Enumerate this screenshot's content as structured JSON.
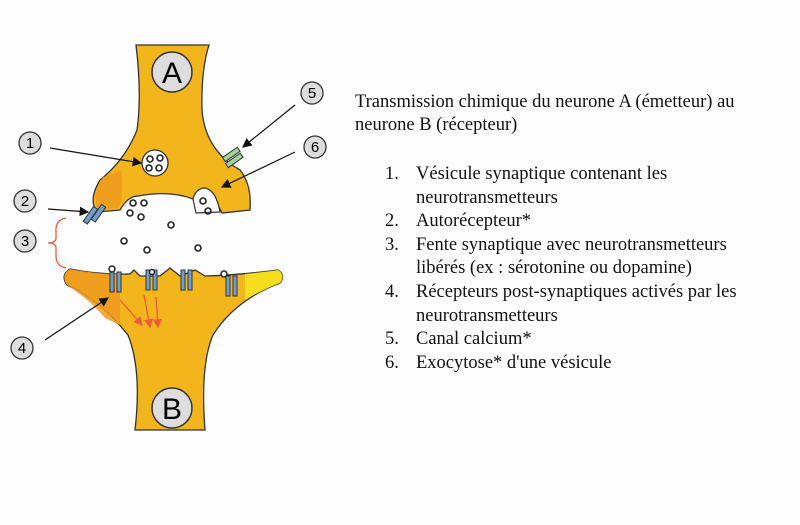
{
  "title": "Transmission chimique du neurone A (émetteur) au neurone B (récepteur)",
  "neurons": {
    "a": "A",
    "b": "B"
  },
  "callouts": [
    "1",
    "2",
    "3",
    "4",
    "5",
    "6"
  ],
  "legend": [
    {
      "num": "1.",
      "text": "Vésicule synaptique contenant les neurotransmetteurs"
    },
    {
      "num": "2.",
      "text": "Autorécepteur*"
    },
    {
      "num": "3.",
      "text": "Fente synaptique avec neurotransmetteurs libérés (ex : sérotonine ou dopamine)"
    },
    {
      "num": "4.",
      "text": "Récepteurs post-synaptiques activés par les neurotransmetteurs"
    },
    {
      "num": "5.",
      "text": "Canal calcium*"
    },
    {
      "num": "6.",
      "text": "Exocytose* d'une vésicule"
    }
  ],
  "colors": {
    "neuron": "#f2b51c",
    "neuron_dark": "#ee9a1e",
    "receptor": "#6f9fd0",
    "channel": "#9fd39a",
    "signal": "#f05a3a"
  }
}
